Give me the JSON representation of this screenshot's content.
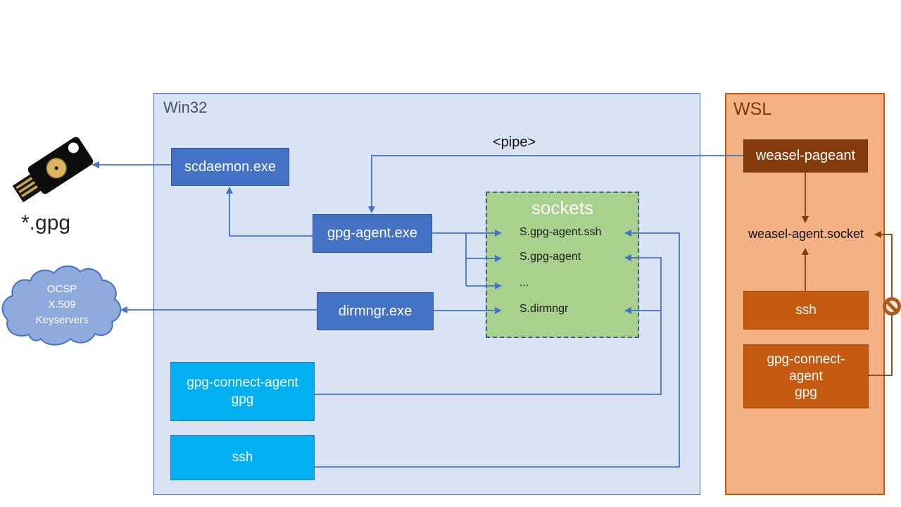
{
  "win32": {
    "title": "Win32",
    "scdaemon": "scdaemon.exe",
    "gpg_agent": "gpg-agent.exe",
    "dirmngr": "dirmngr.exe",
    "gpg_connect_line1": "gpg-connect-agent",
    "gpg_connect_line2": "gpg",
    "ssh": "ssh"
  },
  "sockets": {
    "title": "sockets",
    "items": [
      "S.gpg-agent.ssh",
      "S.gpg-agent",
      "...",
      "S.dirmngr"
    ]
  },
  "wsl": {
    "title": "WSL",
    "weasel_pageant": "weasel-pageant",
    "weasel_socket": "weasel-agent.socket",
    "ssh": "ssh",
    "gpg_connect_line1": "gpg-connect-",
    "gpg_connect_line2": "agent",
    "gpg_connect_line3": "gpg"
  },
  "labels": {
    "pipe": "<pipe>",
    "gpg_files": "*.gpg",
    "cloud_line1": "OCSP",
    "cloud_line2": "X.509",
    "cloud_line3": "Keyservers"
  },
  "icons": {
    "usb_key": "yubikey-usb-security-key",
    "cloud": "network-cloud",
    "no_entry": "blocked-no-entry"
  },
  "colors": {
    "win32_fill": "#DAE3F3",
    "process_blue": "#4472C4",
    "cyan": "#00B0F0",
    "sockets_green": "#A9D18E",
    "wsl_fill": "#F4B183",
    "wsl_orange": "#C55A11",
    "wsl_darkbrown": "#843C0C",
    "arrow_blue": "#4472C4",
    "arrow_brown": "#843C0C"
  }
}
